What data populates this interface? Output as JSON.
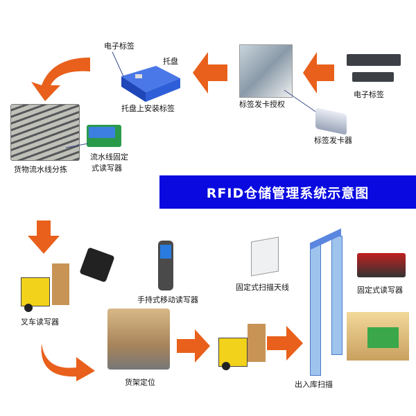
{
  "title": "RFID仓储管理系统示意图",
  "labels": {
    "pallet_tag": "电子标签",
    "pallet": "托盘",
    "pallet_install": "托盘上安装标签",
    "issue_auth": "标签发卡授权",
    "tags": "电子标签",
    "issuer": "标签发卡器",
    "conveyor": "货物流水线分拣",
    "conveyor_reader_1": "流水线固定",
    "conveyor_reader_2": "式读写器",
    "forklift_reader": "叉车读写器",
    "handheld": "手持式移动读写器",
    "antenna": "固定式扫描天线",
    "fixed_reader": "固定式读写器",
    "shelf": "货架定位",
    "gate": "出入库扫描"
  },
  "colors": {
    "arrow": "#e8601c",
    "banner": "#0a0ae0",
    "pallet": "#2f5fd8",
    "forklift": "#f2d21a"
  }
}
